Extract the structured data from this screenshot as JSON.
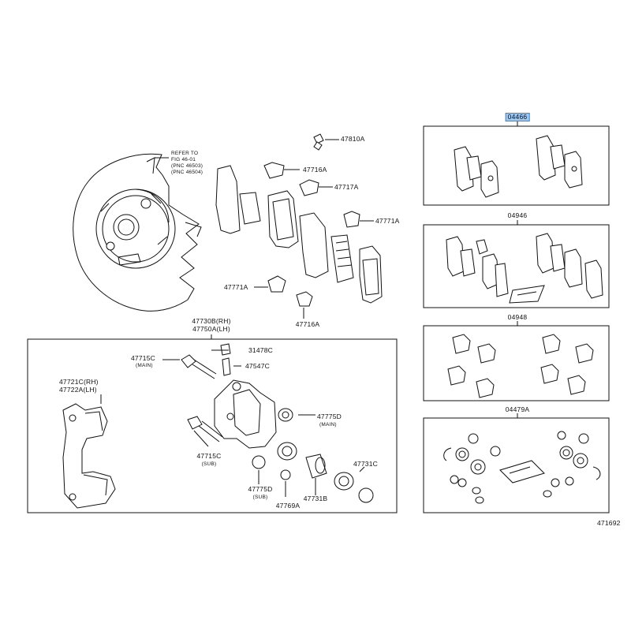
{
  "diagram": {
    "parts": {
      "p47810A": "47810A",
      "p47716A_top": "47716A",
      "p47717A": "47717A",
      "p47771A_right": "47771A",
      "p47771A_left": "47771A",
      "p47716A_bottom": "47716A",
      "caliper_rh": "47730B(RH)",
      "caliper_lh": "47750A(LH)",
      "p31478C": "31478C",
      "p47547C": "47547C",
      "p47715C_main": "47715C",
      "p47715C_main_note": "(MAIN)",
      "p47721C": "47721C(RH)",
      "p47722A": "47722A(LH)",
      "p47775D_main": "47775D",
      "p47775D_main_note": "(MAIN)",
      "p47715C_sub": "47715C",
      "p47715C_sub_note": "(SUB)",
      "p47775D_sub": "47775D",
      "p47775D_sub_note": "(SUB)",
      "p47769A": "47769A",
      "p47731B": "47731B",
      "p47731C": "47731C"
    },
    "refer": {
      "line1": "REFER TO",
      "line2": "FIG 46-01",
      "line3": "(PNC 46503)",
      "line4": "(PNC 46504)"
    },
    "kits": {
      "k04466": "04466",
      "k04946": "04946",
      "k04948": "04948",
      "k04479A": "04479A"
    },
    "figure_number": "471692",
    "highlight_color": "#9cc9f5"
  }
}
